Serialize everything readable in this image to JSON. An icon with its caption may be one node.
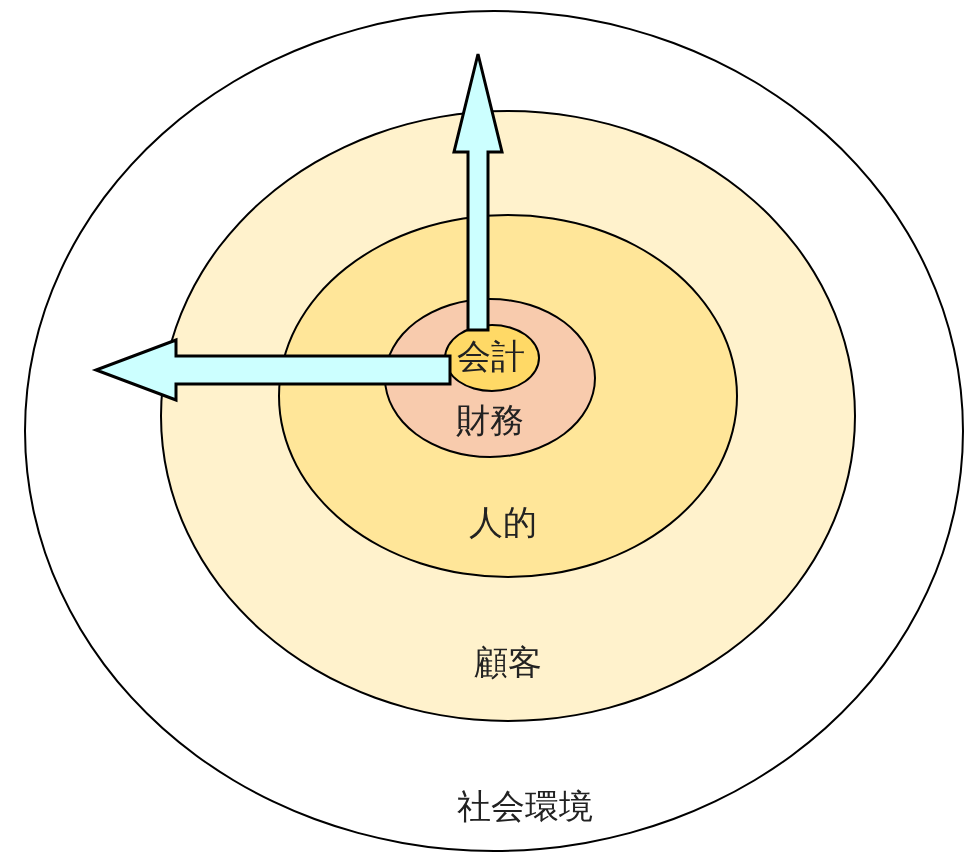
{
  "diagram": {
    "nodes": [
      {
        "text": [
          "社会環境"
        ]
      },
      {
        "text": [
          "顧客"
        ],
        "in": 0
      },
      {
        "text": [
          "人的"
        ],
        "in": 1
      },
      {
        "text": [
          "財務"
        ],
        "in": 2
      },
      {
        "text": [
          "会計"
        ],
        "in": 3
      }
    ],
    "edges": [
      {
        "from": 4,
        "to": null,
        "arrow": "to"
      },
      {
        "from": 4,
        "to": null,
        "arrow": "to"
      }
    ]
  }
}
